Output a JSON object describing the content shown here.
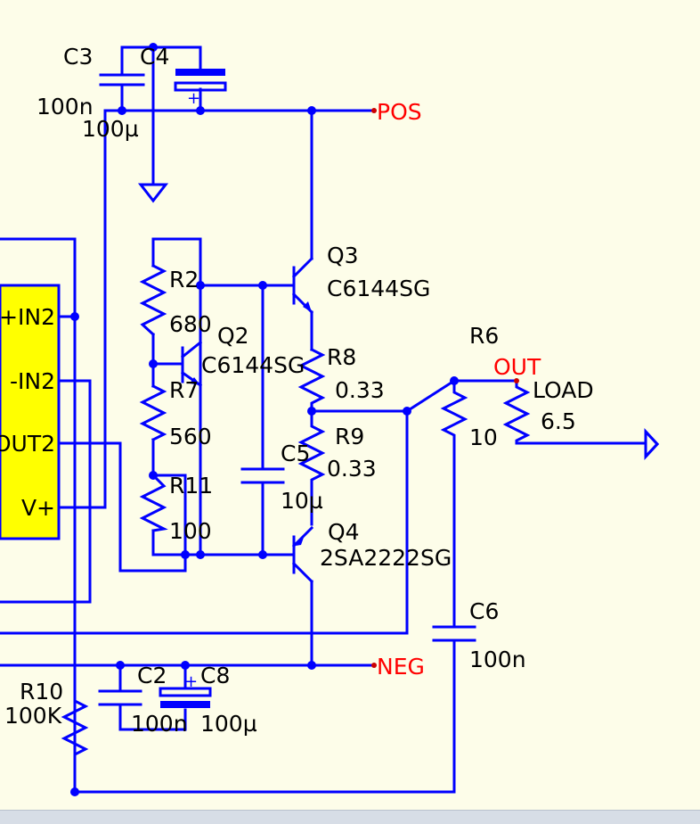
{
  "colors": {
    "wire": "#0000ff",
    "net_label": "#ff0000",
    "ic_fill": "#ffff00",
    "background": "#fdfde9"
  },
  "ic": {
    "pins": [
      "+IN2",
      "-IN2",
      "OUT2",
      "V+"
    ]
  },
  "components": {
    "c3": {
      "ref": "C3",
      "value": "100n"
    },
    "c4": {
      "ref": "C4",
      "value": "100µ"
    },
    "r2": {
      "ref": "R2",
      "value": "680"
    },
    "r7": {
      "ref": "R7",
      "value": "560"
    },
    "r11": {
      "ref": "R11",
      "value": "100"
    },
    "q2": {
      "ref": "Q2",
      "value": "C6144SG"
    },
    "q3": {
      "ref": "Q3",
      "value": "C6144SG"
    },
    "q4": {
      "ref": "Q4",
      "value": "2SA2222SG"
    },
    "c5": {
      "ref": "C5",
      "value": "10µ"
    },
    "r8": {
      "ref": "R8",
      "value": "0.33"
    },
    "r9": {
      "ref": "R9",
      "value": "0.33"
    },
    "r6": {
      "ref": "R6",
      "value": "10"
    },
    "load": {
      "ref": "LOAD",
      "value": "6.5"
    },
    "c6": {
      "ref": "C6",
      "value": "100n"
    },
    "c2": {
      "ref": "C2",
      "value": "100n"
    },
    "c8": {
      "ref": "C8",
      "value": "100µ"
    },
    "r10": {
      "ref": "R10",
      "value": "100K"
    }
  },
  "nets": {
    "pos": "POS",
    "neg": "NEG",
    "out": "OUT"
  }
}
